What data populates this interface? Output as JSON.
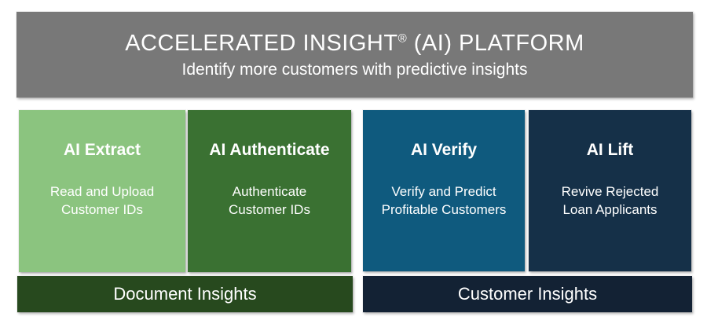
{
  "header": {
    "title_prefix": "ACCELERATED INSIGHT",
    "title_registered": "®",
    "title_suffix": " (AI) PLATFORM",
    "subtitle": "Identify more customers with predictive insights",
    "bg_color": "#787878",
    "text_color": "#FFFFFF"
  },
  "products": [
    {
      "name": "AI Extract",
      "description": [
        "Read and Upload",
        "Customer IDs"
      ],
      "bg_color": "#8BC47F"
    },
    {
      "name": "AI Authenticate",
      "description": [
        "Authenticate",
        "Customer IDs"
      ],
      "bg_color": "#3A7132"
    },
    {
      "name": "AI Verify",
      "description": [
        "Verify and Predict",
        "Profitable Customers"
      ],
      "bg_color": "#0F5A7E"
    },
    {
      "name": "AI Lift",
      "description": [
        "Revive Rejected",
        "Loan Applicants"
      ],
      "bg_color": "#153048"
    }
  ],
  "categories": [
    {
      "label": "Document Insights",
      "bg_color": "#27491E"
    },
    {
      "label": "Customer Insights",
      "bg_color": "#132234"
    }
  ]
}
